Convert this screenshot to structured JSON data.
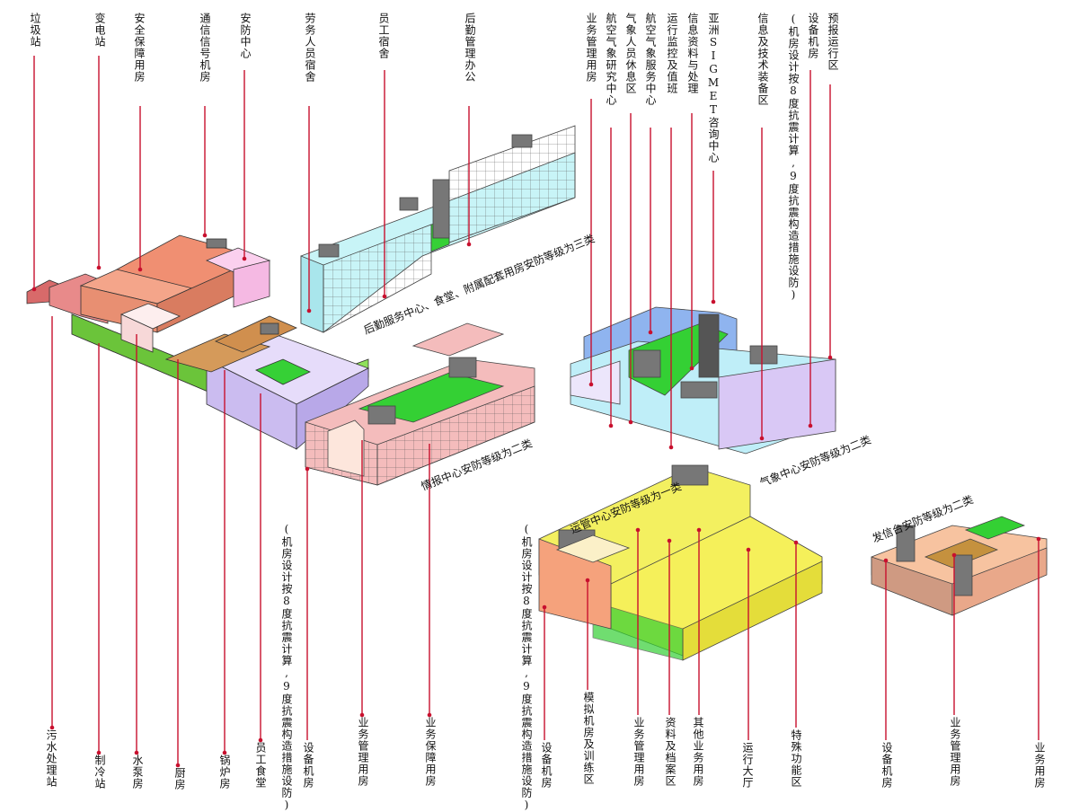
{
  "top_labels": [
    {
      "id": "garbage",
      "text": "垃圾站"
    },
    {
      "id": "substation",
      "text": "变电站"
    },
    {
      "id": "security_support",
      "text": "安全保障用房"
    },
    {
      "id": "telecom",
      "text": "通信信号机房"
    },
    {
      "id": "security_center",
      "text": "安防中心"
    },
    {
      "id": "labor_dorm",
      "text": "劳务人员宿舍"
    },
    {
      "id": "staff_dorm",
      "text": "员工宿舍"
    },
    {
      "id": "logistics_office",
      "text": "后勤管理办公"
    },
    {
      "id": "biz_mgmt_w",
      "text": "业务管理用房"
    },
    {
      "id": "aviation_research",
      "text": "航空气象研究中心"
    },
    {
      "id": "met_lounge",
      "text": "气象人员休息区"
    },
    {
      "id": "aviation_service",
      "text": "航空气象服务中心"
    },
    {
      "id": "ops_monitor",
      "text": "运行监控及值班"
    },
    {
      "id": "info_processing",
      "text": "信息资料与处理"
    },
    {
      "id": "asia_sigmet",
      "text": "亚洲SIGMET咨询中心"
    },
    {
      "id": "info_tech",
      "text": "信息及技术装备区"
    },
    {
      "id": "equip_room_top",
      "text": "设备机房"
    },
    {
      "id": "forecast_ops",
      "text": "预报运行区"
    }
  ],
  "top_note": "(机房设计按8度抗震计算,9度抗震构造措施设防)",
  "bottom_labels": [
    {
      "id": "sewage",
      "text": "污水处理站"
    },
    {
      "id": "cooling",
      "text": "制冷站"
    },
    {
      "id": "pump",
      "text": "水泵房"
    },
    {
      "id": "kitchen",
      "text": "厨房"
    },
    {
      "id": "boiler",
      "text": "锅炉房"
    },
    {
      "id": "canteen",
      "text": "员工食堂"
    },
    {
      "id": "equip_room_1",
      "text": "设备机房"
    },
    {
      "id": "biz_mgmt_1",
      "text": "业务管理用房"
    },
    {
      "id": "biz_support",
      "text": "业务保障用房"
    },
    {
      "id": "equip_room_2",
      "text": "设备机房"
    },
    {
      "id": "simulation",
      "text": "模拟机房及训练区"
    },
    {
      "id": "biz_mgmt_2",
      "text": "业务管理用房"
    },
    {
      "id": "archive",
      "text": "资料及档案区"
    },
    {
      "id": "other_biz",
      "text": "其他业务用房"
    },
    {
      "id": "ops_hall",
      "text": "运行大厅"
    },
    {
      "id": "special",
      "text": "特殊功能区"
    },
    {
      "id": "equip_room_3",
      "text": "设备机房"
    },
    {
      "id": "biz_mgmt_3",
      "text": "业务管理用房"
    },
    {
      "id": "biz_room",
      "text": "业务用房"
    }
  ],
  "bottom_note_1": "(机房设计按8度抗震计算,9度抗震构造措施设防)",
  "bottom_note_2": "(机房设计按8度抗震计算,9度抗震构造措施设防)",
  "zone_labels": {
    "logistics": "后勤服务中心、食堂、附属配套用房安防等级为三类",
    "intel": "情报中心安防等级为二类",
    "met": "气象中心安防等级为二类",
    "ops": "运管中心安防等级为一类",
    "transmitter": "发信台安防等级为二类"
  },
  "colors": {
    "leader": "#c8102e",
    "green": "#3ddc3d",
    "salmon": "#f09a80",
    "pink": "#f6b8b8",
    "lavender": "#d9c8f5",
    "cyan": "#bff0f2",
    "blue": "#8fb4ef",
    "yellow": "#f3f060",
    "tan": "#d59a5a"
  }
}
